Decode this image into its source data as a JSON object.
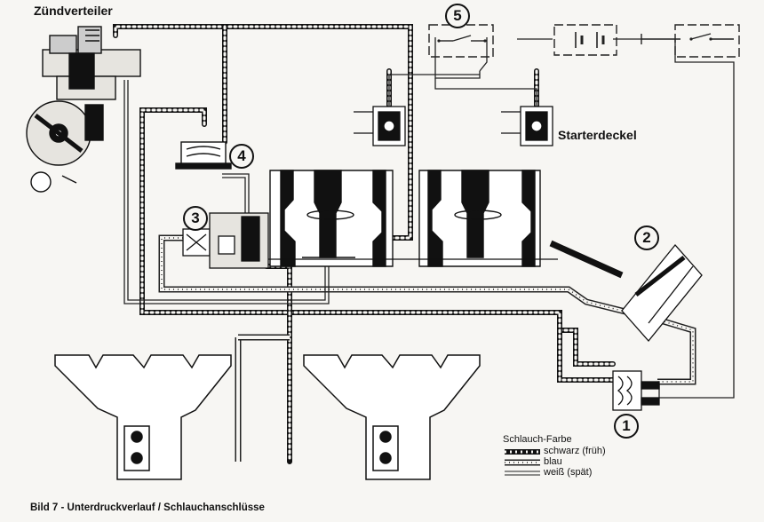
{
  "labels": {
    "zuendverteiler": "Zündverteiler",
    "starterdeckel": "Starterdeckel"
  },
  "component_numbers": [
    "1",
    "2",
    "3",
    "4",
    "5"
  ],
  "legend": {
    "title": "Schlauch-Farbe",
    "items": [
      {
        "text": "schwarz (früh)",
        "style": "black-dots",
        "color": "#111111"
      },
      {
        "text": "blau",
        "style": "hollow-dots",
        "color": "#555555"
      },
      {
        "text": "weiß (spät)",
        "style": "double-line",
        "color": "#333333"
      }
    ]
  },
  "caption": "Bild 7 - Unterdruckverlauf / Schlauchanschlüsse",
  "icons": [
    "distributor-icon",
    "vacuum-unit-icon",
    "carburetor-icon",
    "manifold-icon",
    "brake-booster-icon",
    "switch-icon",
    "battery-icon",
    "valve-icon"
  ]
}
